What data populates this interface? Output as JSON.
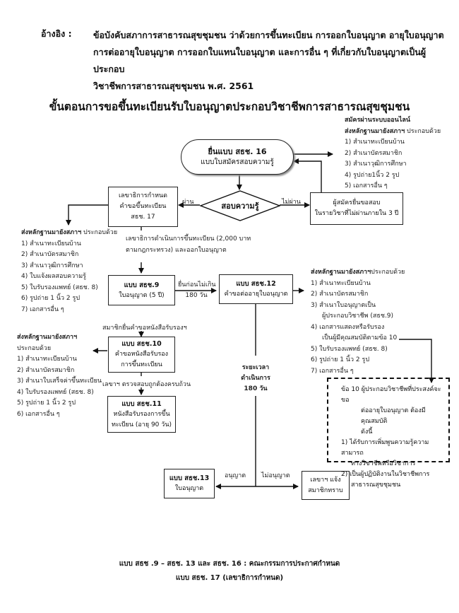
{
  "reference": {
    "label": "อ้างอิง :",
    "lines": [
      "ข้อบังคับสภาการสาธารณสุขชุมชน ว่าด้วยการขึ้นทะเบียน การออกใบอนุญาต อายุใบอนุญาต",
      "การต่ออายุใบอนุญาต การออกใบแทนใบอนุญาต และการอื่น ๆ ที่เกี่ยวกับใบอนุญาตเป็นผู้ประกอบ",
      "วิชาชีพการสาธารณสุขชุมชน พ.ศ. 2561"
    ]
  },
  "title": "ขั้นตอนการขอขึ้นทะเบียนรับใบอนุญาตประกอบวิชาชีพการสาธารณสุขชุมชน",
  "nodes": {
    "start": {
      "line1": "ยื่นแบบ สธช. 16",
      "line2": "แบบใบสมัครสอบความรู้"
    },
    "exam": {
      "label": "สอบความรู้"
    },
    "sec17": {
      "line1": "เลขาธิการกำหนด",
      "line2": "คำขอขึ้นทะเบียน",
      "line3": "สธช. 17"
    },
    "retake": {
      "line1": "ผู้สมัครยื่นขอสอบ",
      "line2": "ในรายวิชาที่ไม่ผ่านภายใน 3 ปี"
    },
    "f9": {
      "line1": "แบบ สธช.9",
      "line2": "ใบอนุญาต (5 ปี)"
    },
    "f12": {
      "line1": "แบบ สธช.12",
      "line2": "คำขอต่ออายุใบอนุญาต"
    },
    "f10": {
      "line1": "แบบ สธช.10",
      "line2": "คำขอหนังสือรับรอง",
      "line3": "การขึ้นทะเบียน"
    },
    "f11": {
      "line1": "แบบ สธช.11",
      "line2": "หนังสือรับรองการขึ้น",
      "line3": "ทะเบียน (อายุ 90 วัน)"
    },
    "f13": {
      "line1": "แบบ สธช.13",
      "line2": "ใบอนุญาต"
    },
    "notify": {
      "line1": "เลขาฯ แจ้ง",
      "line2": "สมาชิกทราบ"
    }
  },
  "edge_labels": {
    "pass": "ผ่าน",
    "fail": "ไม่ผ่าน",
    "registration": [
      "เลขาธิการดำเนินการขึ้นทะเบียน (2,000 บาท",
      "ตามกฎกระทรวง) และออกใบอนุญาต"
    ],
    "renew_before": [
      "ยื่นก่อนไม่เกิน",
      "180 วัน"
    ],
    "member_request": "สมาชิกยื่นคำขอหนังสือรับรองฯ",
    "secretary_check": "เลขาฯ ตรวจสอบถูกต้องครบถ้วน",
    "duration": [
      "ระยะเวลา",
      "ดำเนินการ",
      "180 วัน"
    ],
    "approve": "อนุญาต",
    "reject": "ไม่อนุญาต"
  },
  "lists": {
    "online": {
      "title": "สมัครผ่านระบบออนไลน์",
      "header_bold": "ส่งหลักฐานมายังสภาฯ",
      "header_rest": " ประกอบด้วย",
      "items": [
        "1)  สำเนาทะเบียนบ้าน",
        "2)  สำเนาบัตรสมาชิก",
        "3)  สำเนาวุฒิการศึกษา",
        "4)  รูปถ่าย1นิ้ว 2 รูป",
        "5)  เอกสารอื่น ๆ"
      ]
    },
    "register": {
      "header_bold": "ส่งหลักฐานมายังสภาฯ",
      "header_rest": " ประกอบด้วย",
      "items": [
        "1)  สำเนาทะเบียนบ้าน",
        "2)  สำเนาบัตรสมาชิก",
        "3)  สำเนาวุฒิการศึกษา",
        "4)  ใบแจ้งผลสอบความรู้",
        "5)  ใบรับรองแพทย์ (สธช. 8)",
        "6)  รูปถ่าย 1 นิ้ว 2 รูป",
        "7)  เอกสารอื่น ๆ"
      ]
    },
    "certificate": {
      "header_bold": "ส่งหลักฐานมายังสภาฯ",
      "header_rest": "ประกอบด้วย",
      "items": [
        "1)  สำเนาทะเบียนบ้าน",
        "2)  สำเนาบัตรสมาชิก",
        "3)  สำเนาใบเสร็จค่าขึ้นทะเบียน",
        "4)  ใบรับรองแพทย์ (สธช. 8)",
        "5)  รูปถ่าย 1 นิ้ว 2 รูป",
        "6)  เอกสารอื่น ๆ"
      ]
    },
    "renewal": {
      "header_bold": "ส่งหลักฐานมายังสภาฯ",
      "header_rest": "ประกอบด้วย",
      "items": [
        "1)  สำเนาทะเบียนบ้าน",
        "2)  สำเนาบัตรสมาชิก",
        "3)  สำเนาใบอนุญาตเป็น",
        "ผู้ประกอบวิชาชีพ (สธช.9)",
        "4)  เอกสารแสดงหรือรับรอง",
        "เป็นผู้มีคุณสมบัติตามข้อ 10",
        "5)  ใบรับรองแพทย์ (สธช. 8)",
        "6)  รูปถ่าย 1 นิ้ว 2 รูป",
        "7)  เอกสารอื่น ๆ"
      ]
    }
  },
  "clause10": {
    "lines": [
      "ข้อ 10  ผู้ประกอบวิชาชีพที่ประสงค์จะขอ",
      "ต่ออายุใบอนุญาต ต้องมีคุณสมบัติ",
      "ดังนี้",
      "1)  ได้รับการเพิ่มพูนความรู้ความสามารถ",
      "ทางวิชาชีพหรือวิชาการ",
      "2)  เป็นผู้ปฏิบัติงานในวิชาชีพการ",
      "สาธารณสุขชุมชน"
    ]
  },
  "footer": {
    "line1": "แบบ สธช .9 –  สธช. 13 และ สธช. 16 :  คณะกรรมการประกาศกำหนด",
    "line2": "แบบ สธช. 17 (เลขาธิการกำหนด)"
  }
}
